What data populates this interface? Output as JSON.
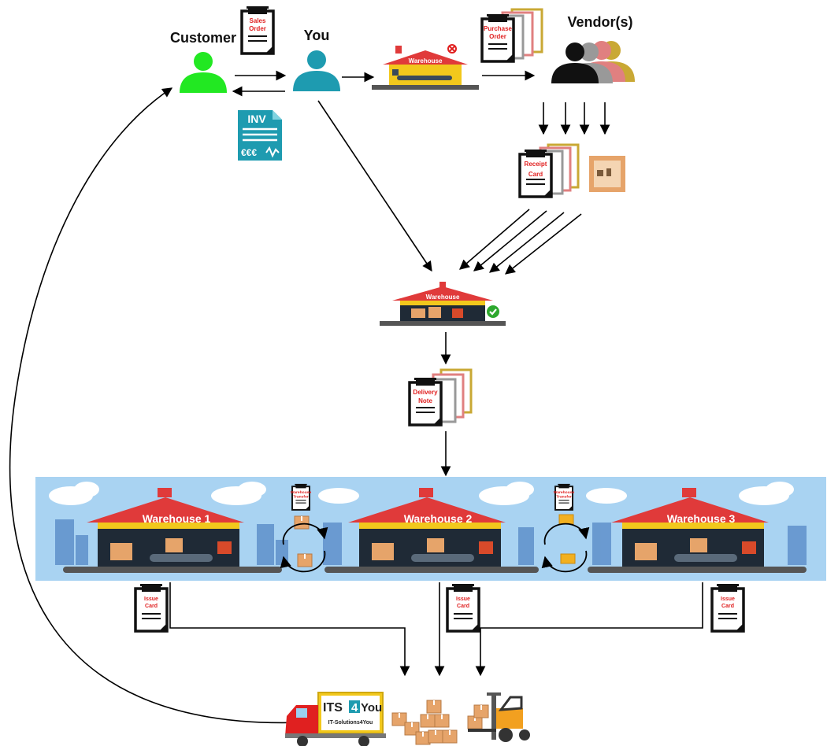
{
  "actors": {
    "customer": "Customer",
    "you": "You",
    "vendors": "Vendor(s)"
  },
  "documents": {
    "sales_order_1": "Sales",
    "sales_order_2": "Order",
    "purchase_order_1": "Purchase",
    "purchase_order_2": "Order",
    "receipt_card_1": "Receipt",
    "receipt_card_2": "Card",
    "delivery_note_1": "Delivery",
    "delivery_note_2": "Note",
    "invoice": "INV",
    "invoice_currency": "€€€",
    "transfer_1": "Warehouse",
    "transfer_2": "Transfer",
    "issue_card_1": "Issue",
    "issue_card_2": "Card"
  },
  "warehouses": {
    "top": "Warehouse",
    "middle": "Warehouse",
    "w1": "Warehouse 1",
    "w2": "Warehouse 2",
    "w3": "Warehouse 3"
  },
  "truck": {
    "brand_its": "ITS",
    "brand_4": "4",
    "brand_you": "You",
    "brand_sub": "IT-Solutions4You"
  },
  "colors": {
    "customer": "#22e822",
    "you": "#1e9bb0",
    "warehouse_roof": "#e03a3a",
    "banner_sky": "#a9d3f2",
    "truck_red": "#e02020",
    "brand_yellow": "#f2c81c",
    "box": "#e6a46a"
  }
}
